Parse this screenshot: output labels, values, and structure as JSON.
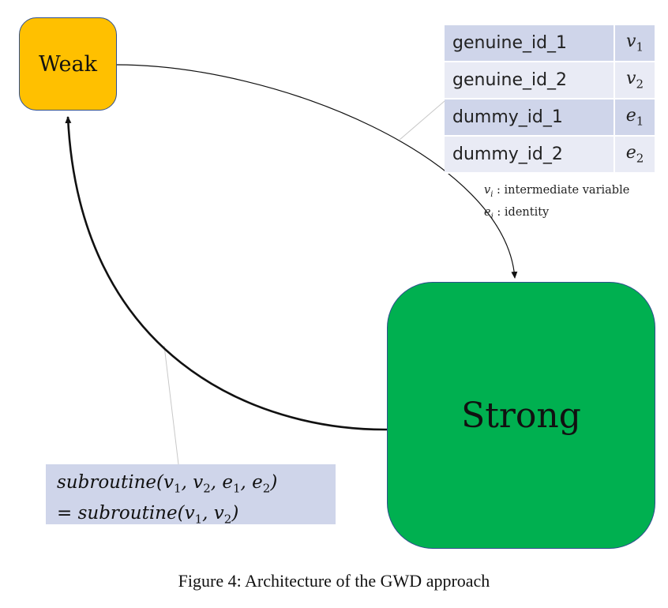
{
  "nodes": {
    "weak": {
      "label": "Weak",
      "color": "#ffc000"
    },
    "strong": {
      "label": "Strong",
      "color": "#00b050"
    }
  },
  "id_table": {
    "rows": [
      {
        "name": "genuine_id_1",
        "var": "v",
        "sub": "1"
      },
      {
        "name": "genuine_id_2",
        "var": "v",
        "sub": "2"
      },
      {
        "name": "dummy_id_1",
        "var": "e",
        "sub": "1"
      },
      {
        "name": "dummy_id_2",
        "var": "e",
        "sub": "2"
      }
    ],
    "colors": {
      "dark": "#cfd5ea",
      "light": "#e9ebf5"
    }
  },
  "legend": [
    {
      "symbol": "v",
      "sub": "i",
      "text": " : intermediate variable"
    },
    {
      "symbol": "e",
      "sub": "i",
      "text": " : identity"
    }
  ],
  "formula": {
    "line1": {
      "name": "subroutine",
      "args": [
        [
          "v",
          "1"
        ],
        [
          "v",
          "2"
        ],
        [
          "e",
          "1"
        ],
        [
          "e",
          "2"
        ]
      ]
    },
    "line2": {
      "prefix": "= ",
      "name": "subroutine",
      "args": [
        [
          "v",
          "1"
        ],
        [
          "v",
          "2"
        ]
      ]
    }
  },
  "caption": "Figure 4: Architecture of the GWD approach"
}
